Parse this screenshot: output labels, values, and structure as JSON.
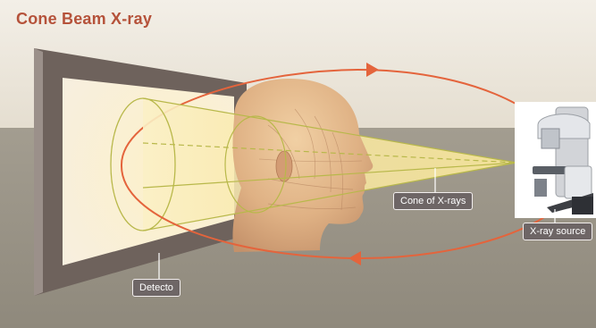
{
  "title": "Cone Beam X-ray",
  "labels": {
    "cone": "Cone of X-rays",
    "source": "X-ray source",
    "detector": "Detecto"
  },
  "colors": {
    "title": "#b5523a",
    "orbit": "#e4643c",
    "beam": "#f4dc86",
    "cone_outline": "#b8b84a",
    "label_bg": "#6e6666",
    "wall": "#ece7dc",
    "floor": "#9a9487"
  }
}
